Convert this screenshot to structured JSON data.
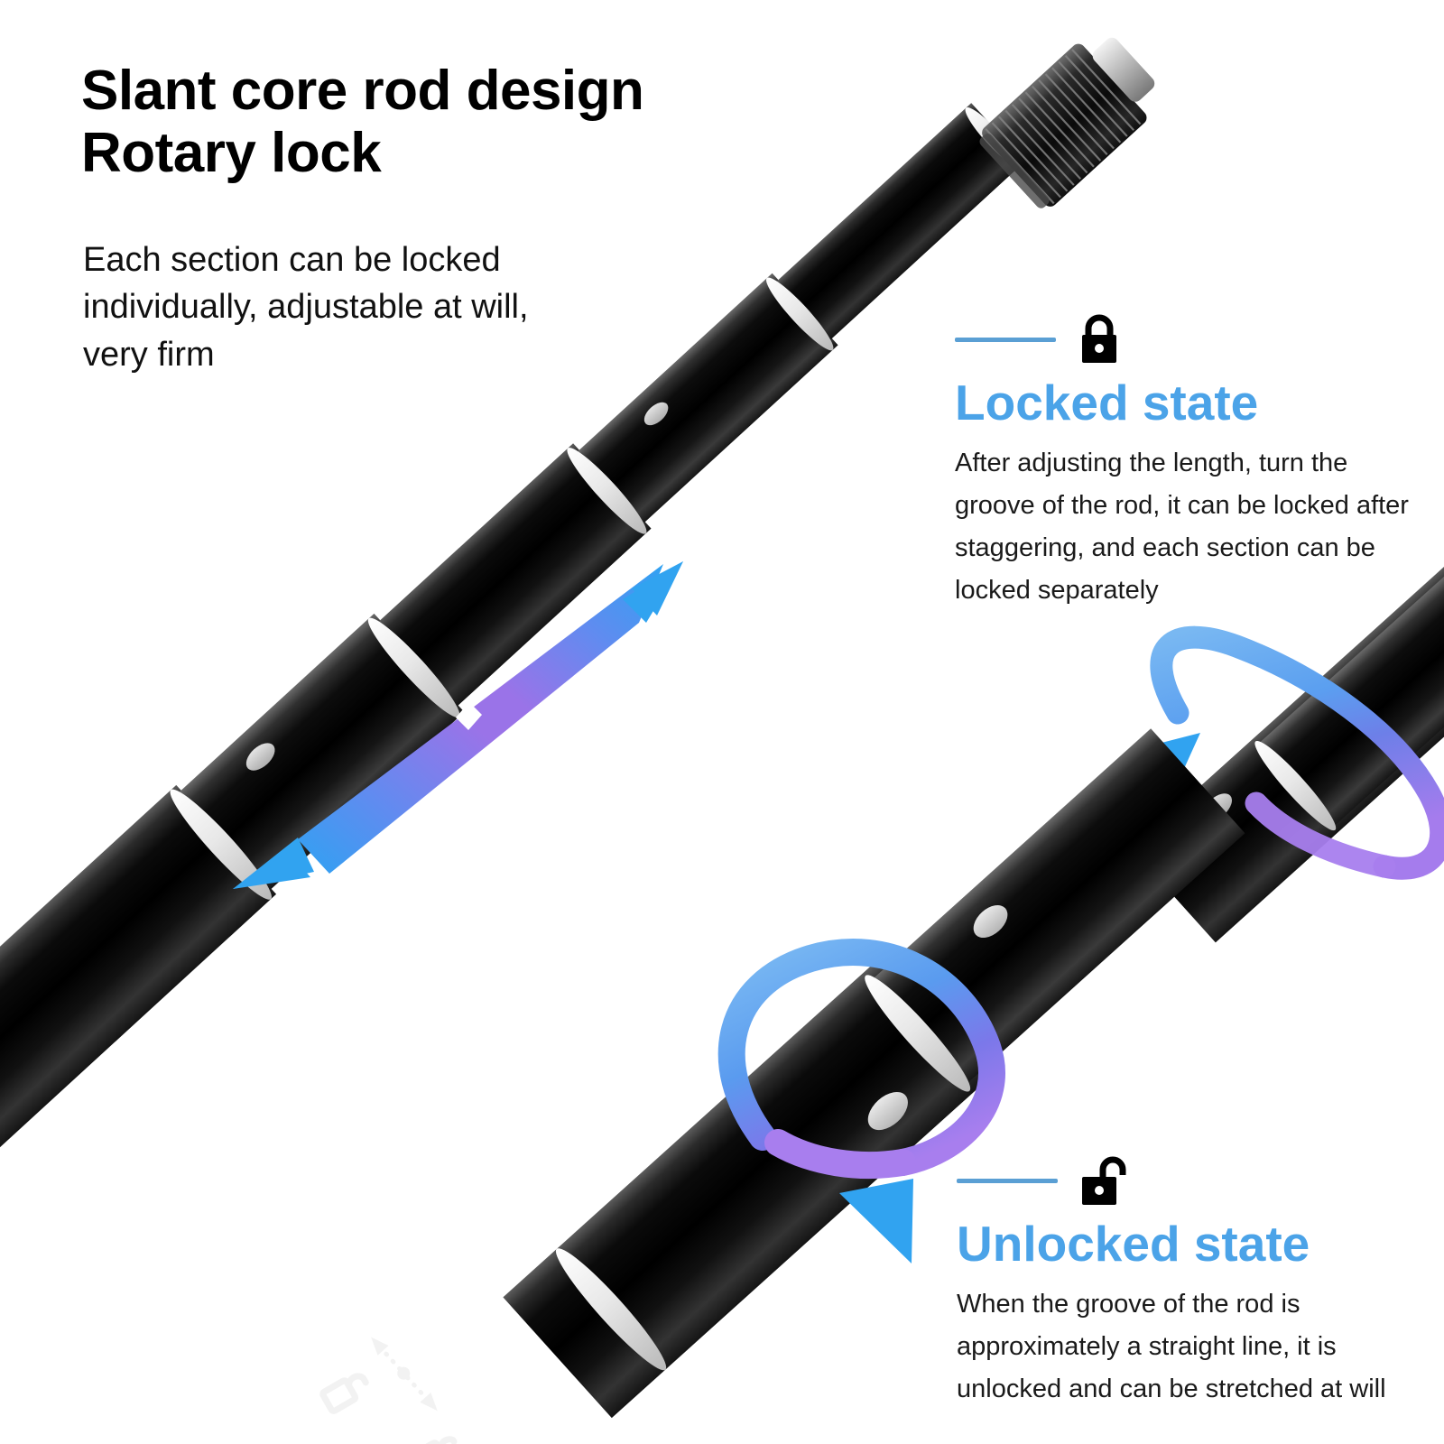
{
  "page": {
    "background": "#ffffff",
    "accent_blue": "#4ba3e8",
    "rule_blue": "#5a9fd4",
    "arrow_blue": "#31a3f0",
    "arrow_purple": "#9a73e8"
  },
  "headline": {
    "line1": "Slant core rod design",
    "line2": "Rotary lock"
  },
  "subcopy": {
    "text": "Each section can be locked individually, adjustable at will, very firm"
  },
  "locked": {
    "icon": "lock-closed-icon",
    "title": "Locked state",
    "body": "After adjusting the length, turn the groove of the rod, it can be locked after staggering, and each section can be locked separately"
  },
  "unlocked": {
    "icon": "lock-open-icon",
    "title": "Unlocked state",
    "body": "When the groove of the rod is approximately a straight line, it is unlocked and can be stretched at will"
  },
  "product": {
    "name": "telescoping-black-rod",
    "finish": "matte black anodized aluminium",
    "top_knob": "knurled-thumb-knob",
    "top_screw": "silver-screw-thread",
    "joint_rings": "white collar rings",
    "printed_marks": {
      "locked_icon": "padlock-closed-white",
      "unlocked_icon": "padlock-open-white",
      "arrow": "dotted-double-arrow"
    }
  },
  "annotations": {
    "extend_arrow": "double-headed-diagonal-arrow",
    "rotate_arrow_upper": "rotation-loop-arrow",
    "rotate_arrow_lower": "rotation-loop-arrow"
  }
}
